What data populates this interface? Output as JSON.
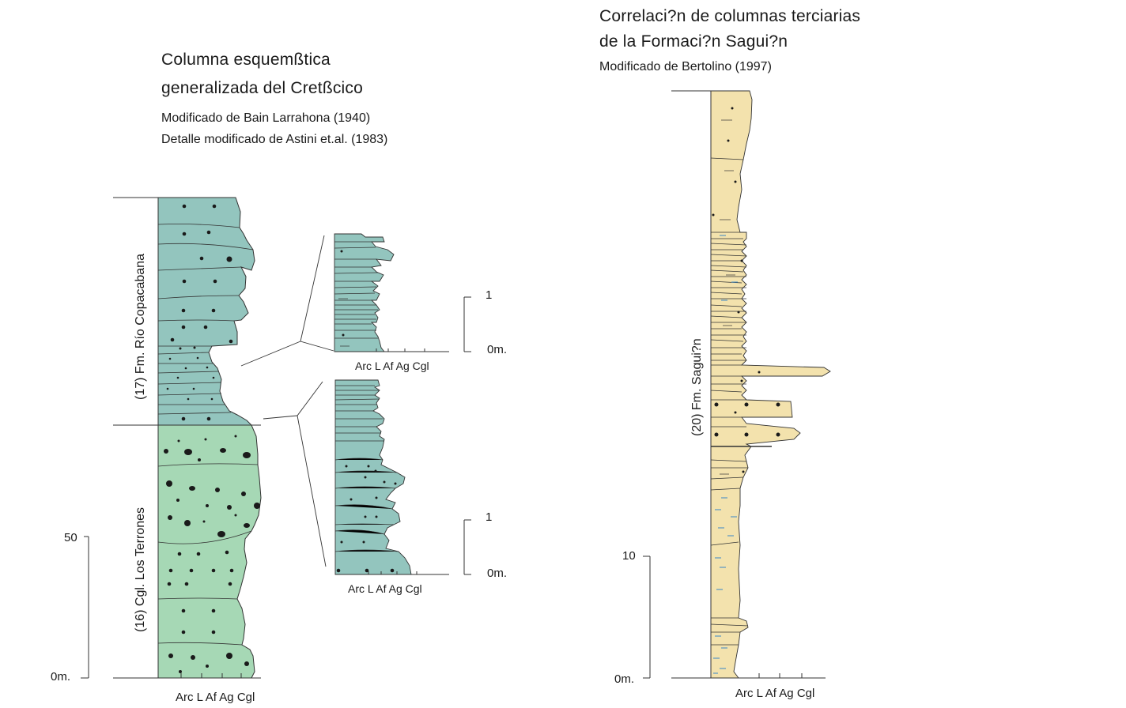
{
  "left_panel": {
    "title_line1": "Columna esquemßtica",
    "title_line2": "generalizada del Cretßcico",
    "source_line1": "Modificado de Bain Larrahona (1940)",
    "source_line2": "Detalle modificado de Astini et.al. (1983)",
    "unit_upper_label": "(17) Fm. Río Copacabana",
    "unit_lower_label": "(16) Cgl. Los Terrones",
    "scale_top_label": "50",
    "scale_bottom_label": "0m.",
    "grain_axis_label": "Arc L Af Ag Cgl",
    "detail_upper_scale_top": "1",
    "detail_upper_scale_bottom": "0m.",
    "detail_upper_axis_label": "Arc L Af Ag Cgl",
    "detail_lower_scale_top": "1",
    "detail_lower_scale_bottom": "0m.",
    "detail_lower_axis_label": "Arc L Af Ag Cgl"
  },
  "right_panel": {
    "title_line1": "Correlaci?n de columnas terciarias",
    "title_line2": "de la Formaci?n Sagui?n",
    "source_line1": "Modificado de Bertolino (1997)",
    "unit_label": "(20) Fm. Sagui?n",
    "scale_top_label": "10",
    "scale_bottom_label": "0m.",
    "grain_axis_label": "Arc L Af Ag Cgl"
  },
  "colors": {
    "upper_unit_fill": "#93c5be",
    "lower_unit_fill": "#a6d8b5",
    "sagui_fill": "#f3e2ad",
    "line": "#333333",
    "dash_blue": "#4a8fc4"
  }
}
